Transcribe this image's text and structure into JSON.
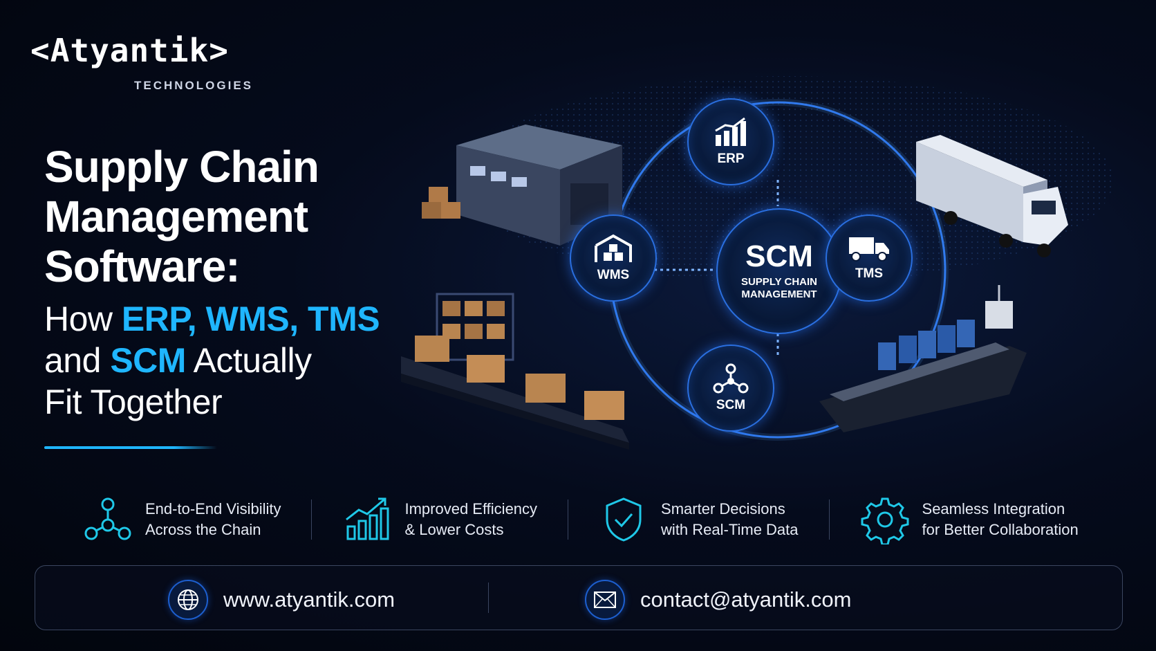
{
  "brand": {
    "name": "<Atyantik>",
    "tagline": "TECHNOLOGIES"
  },
  "headline": {
    "line1": "Supply Chain",
    "line2": "Management",
    "line3": "Software:",
    "line4_prefix": "How ",
    "line4_accent": "ERP, WMS, TMS",
    "line5_prefix": "and ",
    "line5_accent": "SCM",
    "line5_suffix": " Actually",
    "line6": "Fit Together"
  },
  "diagram": {
    "center": {
      "title": "SCM",
      "subtitle_1": "SUPPLY CHAIN",
      "subtitle_2": "MANAGEMENT"
    },
    "nodes": {
      "top": "ERP",
      "left": "WMS",
      "right": "TMS",
      "bottom": "SCM"
    }
  },
  "features": [
    {
      "line1": "End-to-End Visibility",
      "line2": "Across the Chain",
      "icon": "network-nodes-icon"
    },
    {
      "line1": "Improved Efficiency",
      "line2": "& Lower Costs",
      "icon": "growth-chart-icon"
    },
    {
      "line1": "Smarter Decisions",
      "line2": "with Real-Time Data",
      "icon": "shield-check-icon"
    },
    {
      "line1": "Seamless Integration",
      "line2": "for Better Collaboration",
      "icon": "gear-icon"
    }
  ],
  "contact": {
    "website": "www.atyantik.com",
    "email": "contact@atyantik.com"
  },
  "colors": {
    "accent": "#1fb6ff",
    "glow": "#2a6fe0",
    "background": "#050b1c"
  }
}
